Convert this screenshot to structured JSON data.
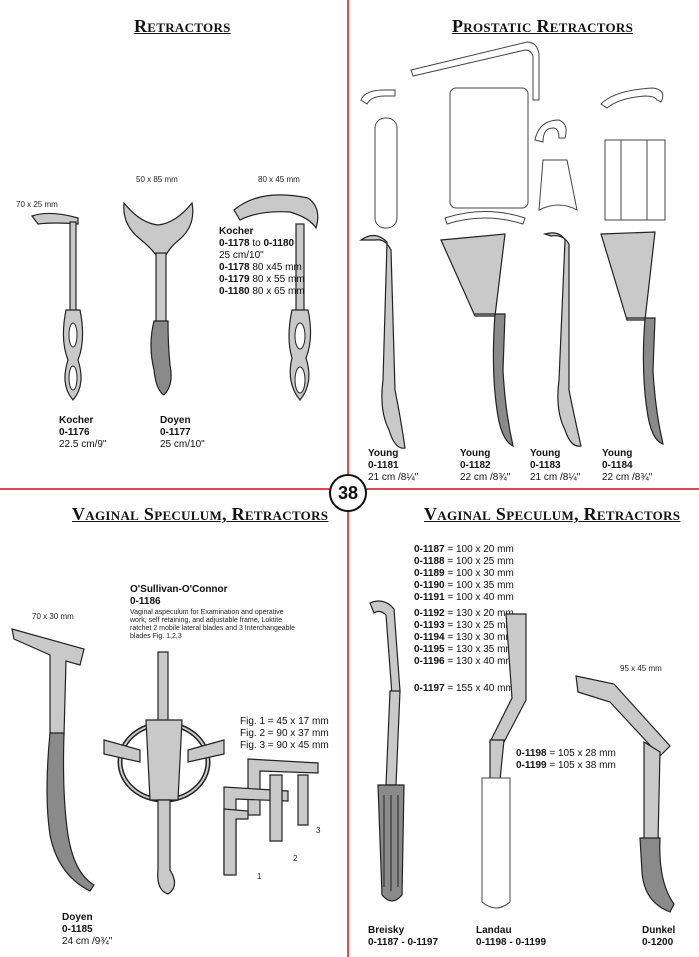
{
  "page_number": "38",
  "sections": {
    "retractors": {
      "title": "Retractors",
      "items": [
        {
          "name": "Kocher",
          "code": "0-1176",
          "size": "22.5 cm/9\"",
          "blade": "70 x 25 mm"
        },
        {
          "name": "Doyen",
          "code": "0-1177",
          "size": "25 cm/10\"",
          "blade": "50 x 85 mm"
        }
      ],
      "kocher_block": {
        "blade": "80 x 45 mm",
        "name": "Kocher",
        "range_from": "0-1178",
        "range_to_word": "to",
        "range_to": "0-1180",
        "size": "25 cm/10\"",
        "variants": [
          {
            "code": "0-1178",
            "dim": "80 x45 mm"
          },
          {
            "code": "0-1179",
            "dim": "80 x 55 mm"
          },
          {
            "code": "0-1180",
            "dim": "80 x 65 mm"
          }
        ]
      }
    },
    "prostatic": {
      "title": "Prostatic Retractors",
      "items": [
        {
          "name": "Young",
          "code": "0-1181",
          "size": "21 cm /8¼\""
        },
        {
          "name": "Young",
          "code": "0-1182",
          "size": "22 cm /8¾\""
        },
        {
          "name": "Young",
          "code": "0-1183",
          "size": "21 cm /8¼\""
        },
        {
          "name": "Young",
          "code": "0-1184",
          "size": "22 cm /8¾\""
        }
      ]
    },
    "vaginal_left": {
      "title": "Vaginal Speculum, Retractors",
      "doyen": {
        "blade": "70 x 30 mm",
        "name": "Doyen",
        "code": "0-1185",
        "size": "24 cm /9¾\""
      },
      "osullivan": {
        "name": "O'Sullivan-O'Connor",
        "code": "0-1186",
        "description": "Vaginal aspeculum for Examination and operative work, self retaining, and adjustable frame, Loktite ratchet 2 mobile lateral blades and 3 Interchangeable blades Fig. 1,2,3",
        "figs": [
          "Fig. 1 = 45 x 17 mm",
          "Fig. 2 = 90 x 37 mm",
          "Fig. 3 = 90 x 45 mm"
        ],
        "fig_marks": [
          "1",
          "2",
          "3"
        ]
      }
    },
    "vaginal_right": {
      "title": "Vaginal Speculum, Retractors",
      "breisky_list": [
        {
          "code": "0-1187",
          "dim": "= 100 x 20 mm"
        },
        {
          "code": "0-1188",
          "dim": "= 100 x 25 mm"
        },
        {
          "code": "0-1189",
          "dim": "= 100 x 30 mm"
        },
        {
          "code": "0-1190",
          "dim": "= 100 x 35 mm"
        },
        {
          "code": "0-1191",
          "dim": "= 100 x 40 mm"
        },
        {
          "code": "0-1192",
          "dim": "= 130 x 20 mm"
        },
        {
          "code": "0-1193",
          "dim": "= 130 x 25 mm"
        },
        {
          "code": "0-1194",
          "dim": "= 130 x 30 mm"
        },
        {
          "code": "0-1195",
          "dim": "= 130 x 35 mm"
        },
        {
          "code": "0-1196",
          "dim": "= 130 x 40 mm"
        },
        {
          "code": "0-1197",
          "dim": "= 155 x 40 mm"
        }
      ],
      "landau_list": [
        {
          "code": "0-1198",
          "dim": "= 105 x 28 mm"
        },
        {
          "code": "0-1199",
          "dim": "= 105 x 38 mm"
        }
      ],
      "dunkel_blade": "95 x 45 mm",
      "items": [
        {
          "name": "Breisky",
          "code": "0-1187 - 0-1197"
        },
        {
          "name": "Landau",
          "code": "0-1198 - 0-1199"
        },
        {
          "name": "Dunkel",
          "code": "0-1200"
        }
      ]
    }
  },
  "colors": {
    "divider": "#e04a4a",
    "metal": "#c9c9c9",
    "text": "#111111"
  }
}
